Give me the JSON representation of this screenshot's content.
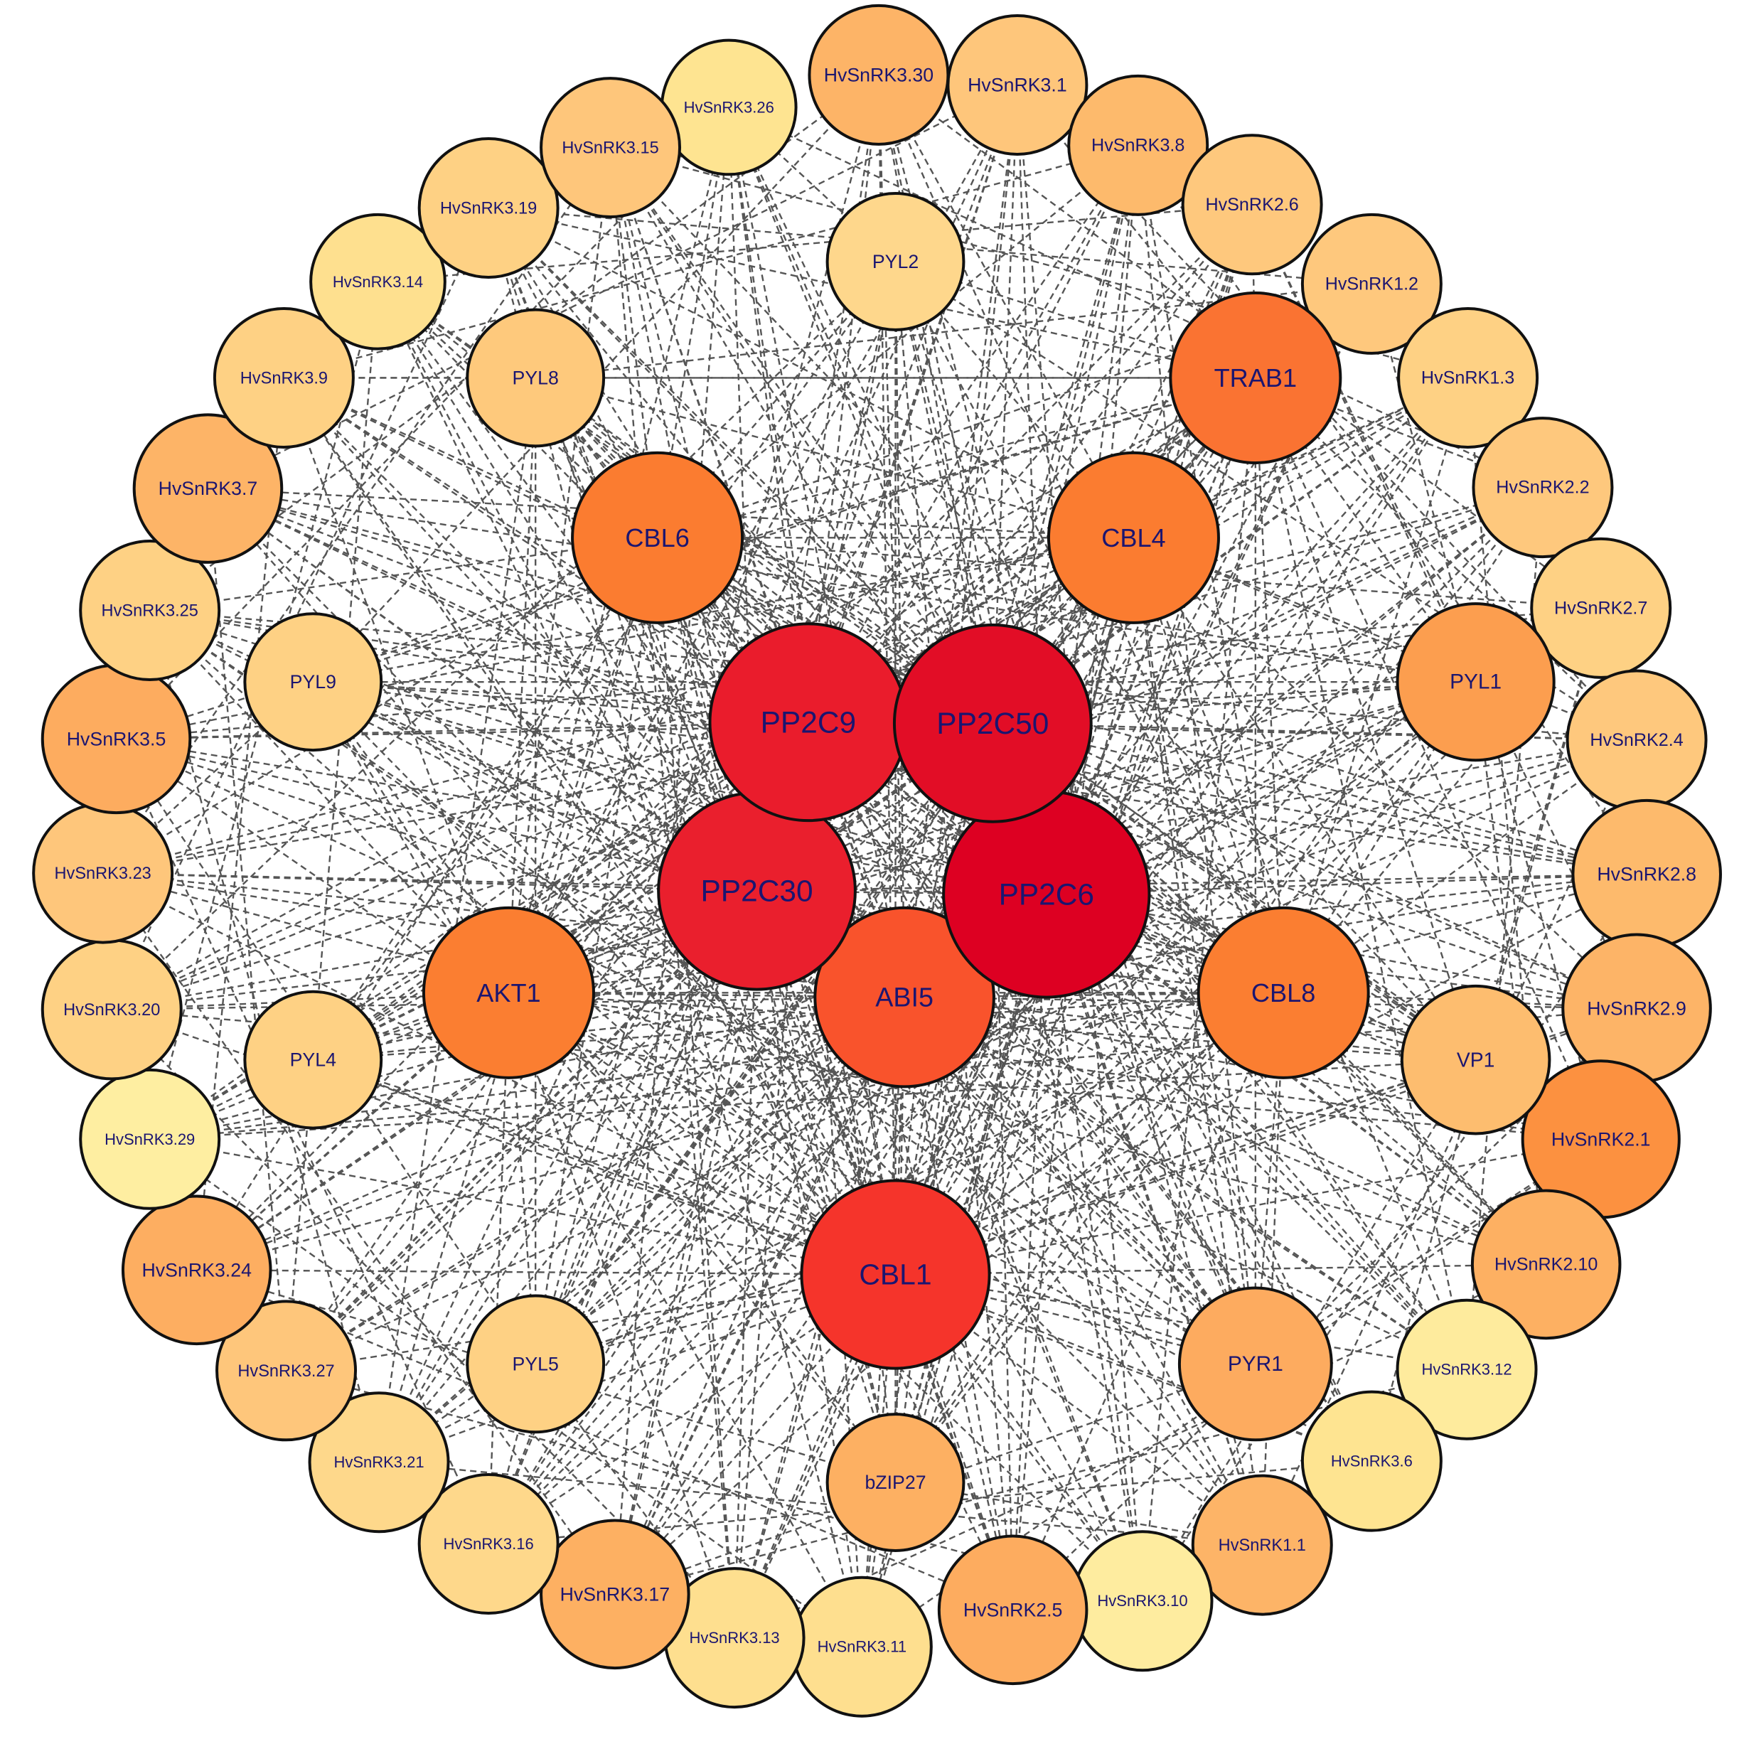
{
  "network": {
    "nodes": [
      {
        "id": "pp2c9",
        "label": "PP2C9",
        "fill": "#ea1c2c"
      },
      {
        "id": "pp2c50",
        "label": "PP2C50",
        "fill": "#e20d26"
      },
      {
        "id": "pp2c30",
        "label": "PP2C30",
        "fill": "#ea1f2d"
      },
      {
        "id": "pp2c6",
        "label": "PP2C6",
        "fill": "#dd0022"
      },
      {
        "id": "abi5",
        "label": "ABI5",
        "fill": "#f9532c"
      },
      {
        "id": "cbl1",
        "label": "CBL1",
        "fill": "#f5342b"
      },
      {
        "id": "cbl6",
        "label": "CBL6",
        "fill": "#fb7c30"
      },
      {
        "id": "cbl4",
        "label": "CBL4",
        "fill": "#fb7c30"
      },
      {
        "id": "akt1",
        "label": "AKT1",
        "fill": "#fb7e31"
      },
      {
        "id": "cbl8",
        "label": "CBL8",
        "fill": "#fb7e31"
      },
      {
        "id": "trab1",
        "label": "TRAB1",
        "fill": "#fa7332"
      },
      {
        "id": "pyl2",
        "label": "PYL2",
        "fill": "#fed78c"
      },
      {
        "id": "pyl8",
        "label": "PYL8",
        "fill": "#fec97c"
      },
      {
        "id": "pyl9",
        "label": "PYL9",
        "fill": "#fed184"
      },
      {
        "id": "pyl4",
        "label": "PYL4",
        "fill": "#fed184"
      },
      {
        "id": "pyl5",
        "label": "PYL5",
        "fill": "#fed184"
      },
      {
        "id": "bzip27",
        "label": "bZIP27",
        "fill": "#fdb062"
      },
      {
        "id": "pyr1",
        "label": "PYR1",
        "fill": "#fdab5f"
      },
      {
        "id": "vp1",
        "label": "VP1",
        "fill": "#fdbd6f"
      },
      {
        "id": "pyl1",
        "label": "PYL1",
        "fill": "#fc9e4f"
      },
      {
        "id": "s3_26",
        "label": "HvSnRK3.26",
        "fill": "#fee491"
      },
      {
        "id": "s3_30",
        "label": "HvSnRK3.30",
        "fill": "#fdb467"
      },
      {
        "id": "s3_1",
        "label": "HvSnRK3.1",
        "fill": "#fec67b"
      },
      {
        "id": "s3_8",
        "label": "HvSnRK3.8",
        "fill": "#fdba6c"
      },
      {
        "id": "s2_6",
        "label": "HvSnRK2.6",
        "fill": "#fec87d"
      },
      {
        "id": "s1_2",
        "label": "HvSnRK1.2",
        "fill": "#fec87d"
      },
      {
        "id": "s1_3",
        "label": "HvSnRK1.3",
        "fill": "#fed184"
      },
      {
        "id": "s2_2",
        "label": "HvSnRK2.2",
        "fill": "#fec87d"
      },
      {
        "id": "s2_7",
        "label": "HvSnRK2.7",
        "fill": "#fed184"
      },
      {
        "id": "s2_4",
        "label": "HvSnRK2.4",
        "fill": "#fec87d"
      },
      {
        "id": "s2_8",
        "label": "HvSnRK2.8",
        "fill": "#fdba6c"
      },
      {
        "id": "s2_9",
        "label": "HvSnRK2.9",
        "fill": "#fdb467"
      },
      {
        "id": "s2_1",
        "label": "HvSnRK2.1",
        "fill": "#fc9140"
      },
      {
        "id": "s2_10",
        "label": "HvSnRK2.10",
        "fill": "#fdb062"
      },
      {
        "id": "s3_12",
        "label": "HvSnRK3.12",
        "fill": "#feeb9d"
      },
      {
        "id": "s3_6",
        "label": "HvSnRK3.6",
        "fill": "#fee491"
      },
      {
        "id": "s1_1",
        "label": "HvSnRK1.1",
        "fill": "#fdb467"
      },
      {
        "id": "s3_10",
        "label": "HvSnRK3.10",
        "fill": "#feec9f"
      },
      {
        "id": "s2_5",
        "label": "HvSnRK2.5",
        "fill": "#fdac5f"
      },
      {
        "id": "s3_11",
        "label": "HvSnRK3.11",
        "fill": "#fedf8f"
      },
      {
        "id": "s3_13",
        "label": "HvSnRK3.13",
        "fill": "#fedf8f"
      },
      {
        "id": "s3_17",
        "label": "HvSnRK3.17",
        "fill": "#fdb062"
      },
      {
        "id": "s3_16",
        "label": "HvSnRK3.16",
        "fill": "#fed88b"
      },
      {
        "id": "s3_21",
        "label": "HvSnRK3.21",
        "fill": "#fed88b"
      },
      {
        "id": "s3_27",
        "label": "HvSnRK3.27",
        "fill": "#fec67b"
      },
      {
        "id": "s3_24",
        "label": "HvSnRK3.24",
        "fill": "#fdae61"
      },
      {
        "id": "s3_29",
        "label": "HvSnRK3.29",
        "fill": "#feeea1"
      },
      {
        "id": "s3_20",
        "label": "HvSnRK3.20",
        "fill": "#fed184"
      },
      {
        "id": "s3_23",
        "label": "HvSnRK3.23",
        "fill": "#fec67b"
      },
      {
        "id": "s3_5",
        "label": "HvSnRK3.5",
        "fill": "#fdac5f"
      },
      {
        "id": "s3_25",
        "label": "HvSnRK3.25",
        "fill": "#fed184"
      },
      {
        "id": "s3_7",
        "label": "HvSnRK3.7",
        "fill": "#fdb467"
      },
      {
        "id": "s3_9",
        "label": "HvSnRK3.9",
        "fill": "#fed184"
      },
      {
        "id": "s3_14",
        "label": "HvSnRK3.14",
        "fill": "#fee08f"
      },
      {
        "id": "s3_19",
        "label": "HvSnRK3.19",
        "fill": "#fed184"
      },
      {
        "id": "s3_15",
        "label": "HvSnRK3.15",
        "fill": "#fec67b"
      }
    ],
    "edge_color": "#555555",
    "node_outline_color": "#111111",
    "label_color": "#1b1570"
  }
}
